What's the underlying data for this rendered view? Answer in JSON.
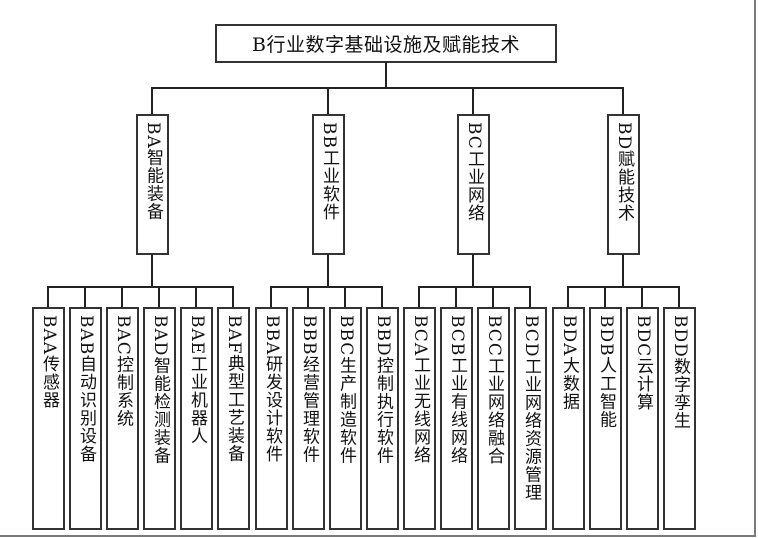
{
  "root": {
    "label": "B行业数字基础设施及赋能技术"
  },
  "categories": [
    {
      "label": "BA智能装备",
      "children": [
        "BAA传感器",
        "BAB自动识别设备",
        "BAC控制系统",
        "BAD智能检测装备",
        "BAE工业机器人",
        "BAF典型工艺装备"
      ]
    },
    {
      "label": "BB工业软件",
      "children": [
        "BBA研发设计软件",
        "BBB经营管理软件",
        "BBC生产制造软件",
        "BBD控制执行软件"
      ]
    },
    {
      "label": "BC工业网络",
      "children": [
        "BCA工业无线网络",
        "BCB工业有线网络",
        "BCC工业网络融合",
        "BCD工业网络资源管理"
      ]
    },
    {
      "label": "BD赋能技术",
      "children": [
        "BDA大数据",
        "BDB人工智能",
        "BDC云计算",
        "BDD数字孪生"
      ]
    }
  ],
  "colors": {
    "line": "#222222",
    "border": "#333333",
    "frame": "#7a7a7a"
  }
}
